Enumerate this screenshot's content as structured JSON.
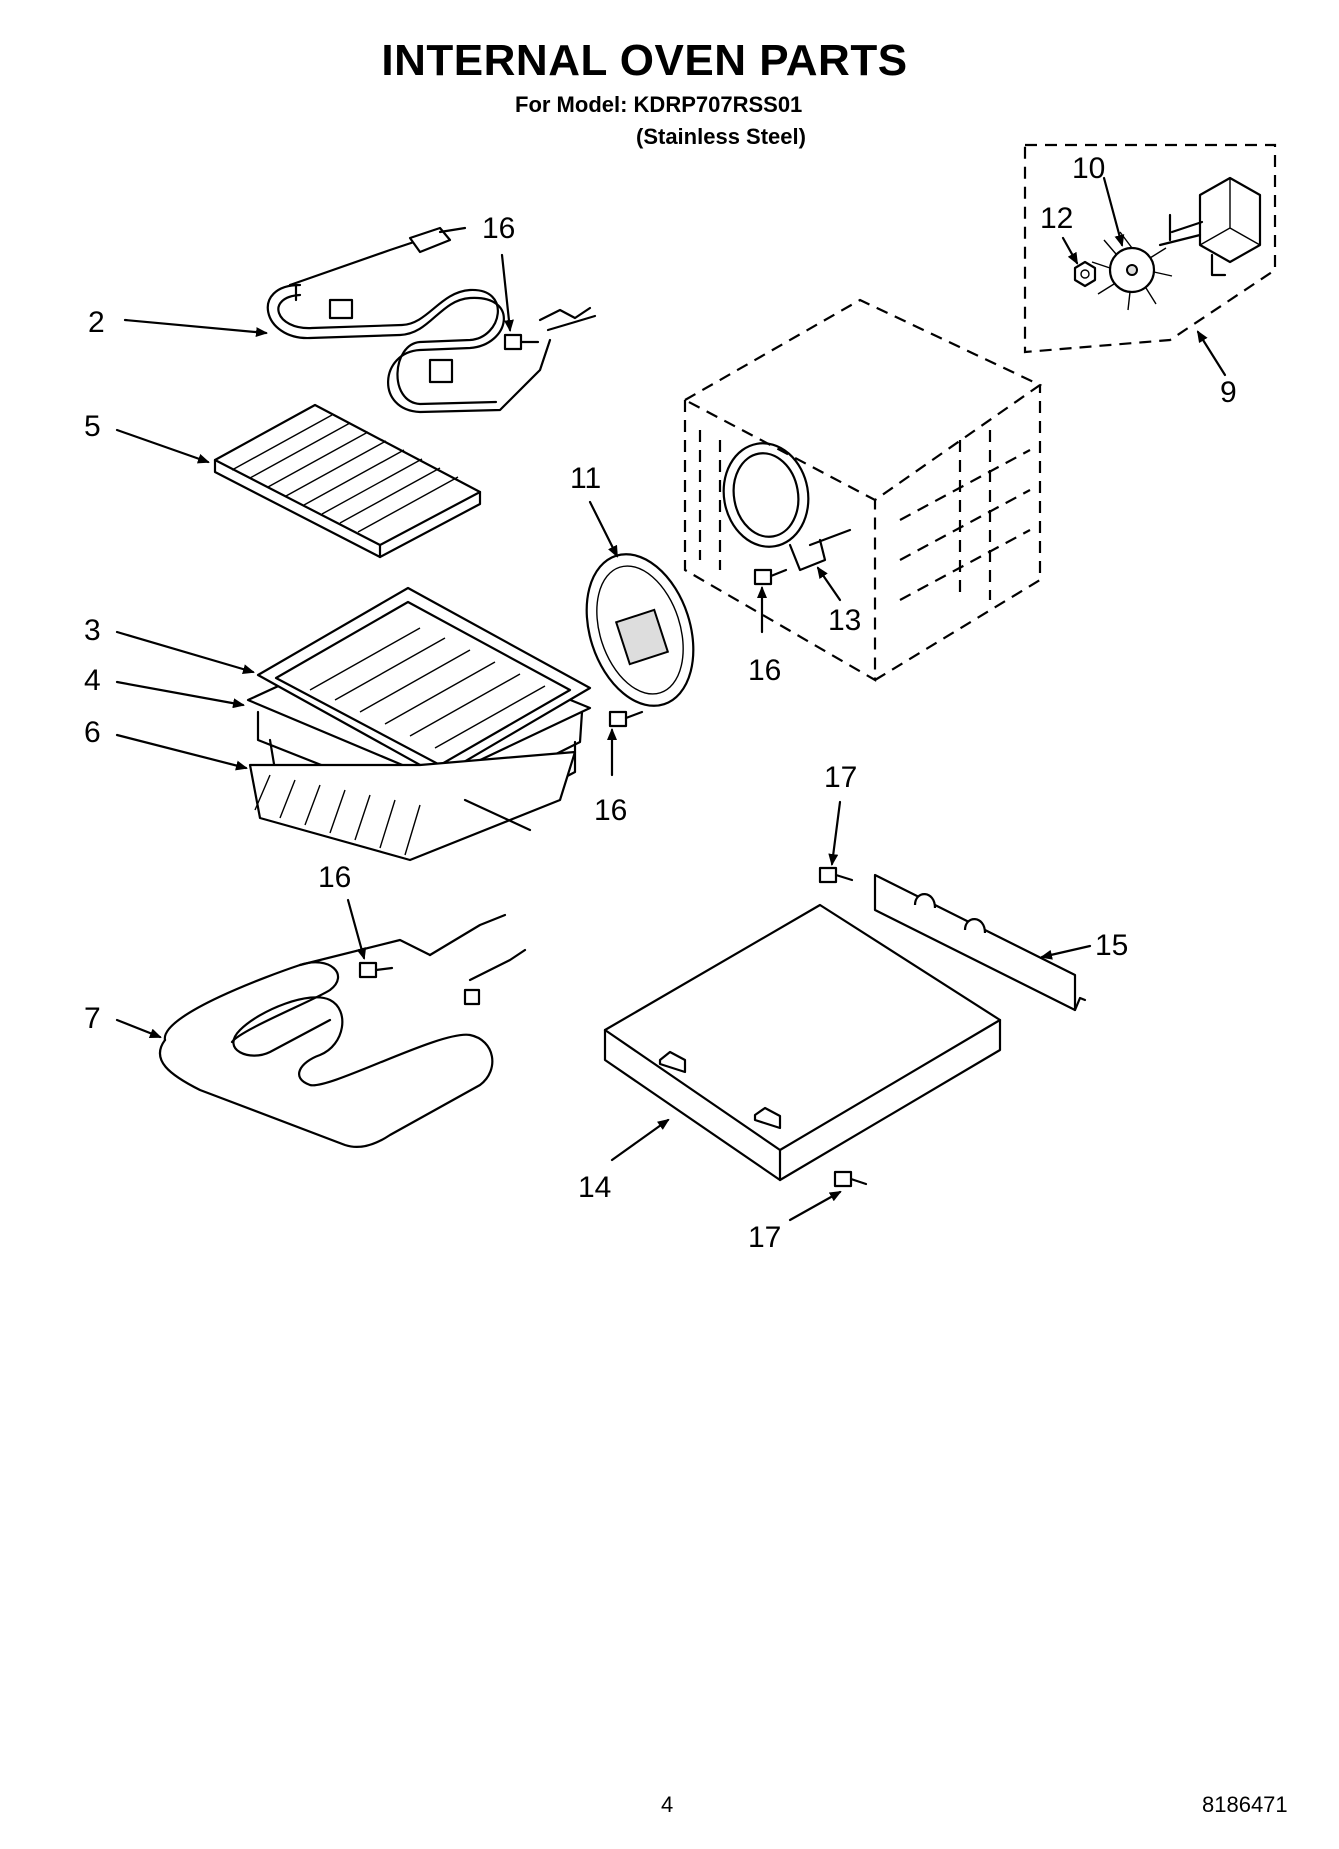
{
  "header": {
    "title": "INTERNAL OVEN PARTS",
    "model_line": "For Model: KDRP707RSS01",
    "finish_line": "(Stainless Steel)"
  },
  "callouts": [
    {
      "id": "2",
      "label": "2"
    },
    {
      "id": "5",
      "label": "5"
    },
    {
      "id": "3",
      "label": "3"
    },
    {
      "id": "4",
      "label": "4"
    },
    {
      "id": "6",
      "label": "6"
    },
    {
      "id": "7",
      "label": "7"
    },
    {
      "id": "16a",
      "label": "16"
    },
    {
      "id": "16b",
      "label": "16"
    },
    {
      "id": "16c",
      "label": "16"
    },
    {
      "id": "16d",
      "label": "16"
    },
    {
      "id": "11",
      "label": "11"
    },
    {
      "id": "13",
      "label": "13"
    },
    {
      "id": "10",
      "label": "10"
    },
    {
      "id": "12",
      "label": "12"
    },
    {
      "id": "9",
      "label": "9"
    },
    {
      "id": "17a",
      "label": "17"
    },
    {
      "id": "17b",
      "label": "17"
    },
    {
      "id": "15",
      "label": "15"
    },
    {
      "id": "14",
      "label": "14"
    }
  ],
  "footer": {
    "page_number": "4",
    "doc_number": "8186471"
  }
}
